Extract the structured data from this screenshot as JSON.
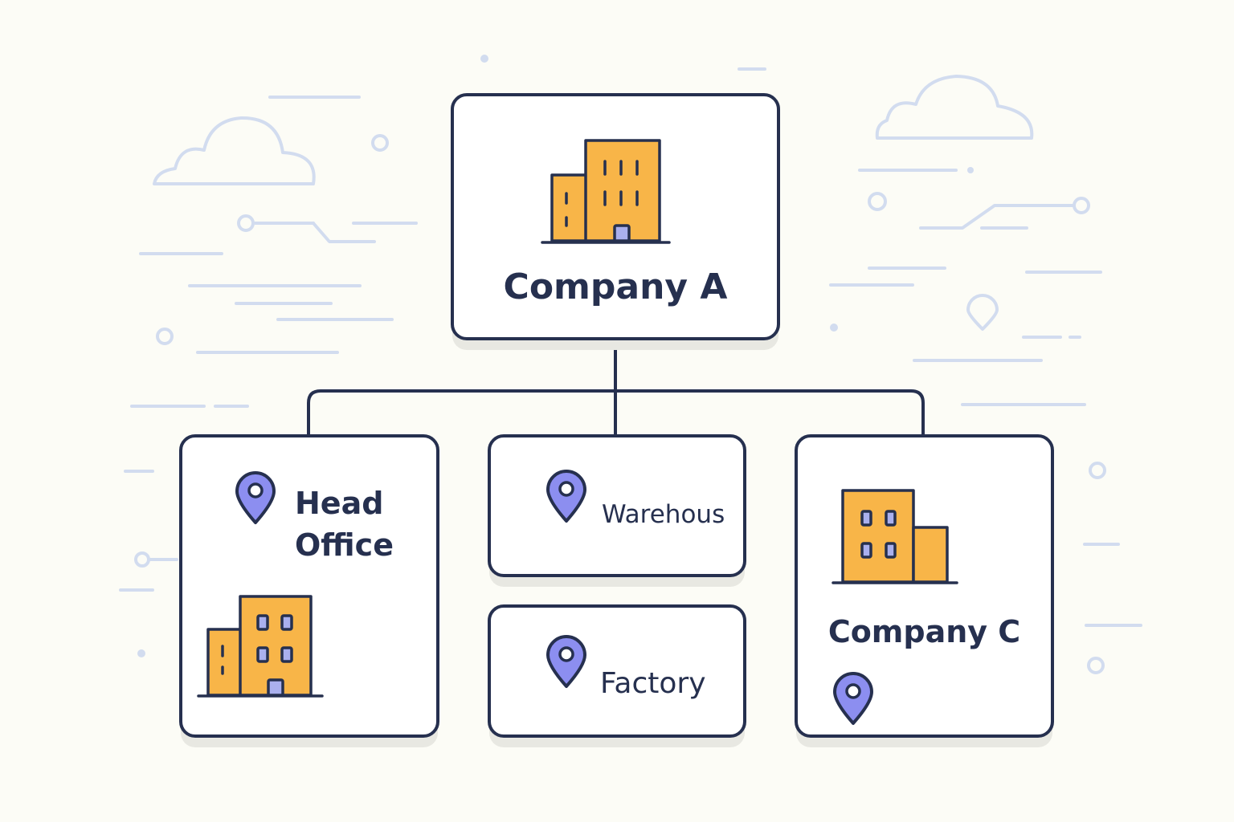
{
  "colors": {
    "ink": "#26304f",
    "building": "#f8b548",
    "window": "#aab0ee",
    "pin": "#8c8ef0",
    "decor": "#d2dcef",
    "background": "#fcfcf6",
    "shadow": "#e8e8e2"
  },
  "diagram": {
    "root": {
      "label": "Company A",
      "icons": [
        "office-building-icon"
      ]
    },
    "children": [
      {
        "label_lines": [
          "Head",
          "Office"
        ],
        "icons": [
          "location-pin-icon",
          "office-building-icon"
        ]
      },
      {
        "label": "Warehous",
        "icons": [
          "location-pin-icon"
        ]
      },
      {
        "label": "Factory",
        "icons": [
          "location-pin-icon"
        ]
      },
      {
        "label": "Company C",
        "icons": [
          "office-building-icon",
          "location-pin-icon"
        ]
      }
    ],
    "decorations": [
      "cloud-icon",
      "cloud-icon",
      "location-pin-icon",
      "circuit-line",
      "dash-lines"
    ]
  }
}
